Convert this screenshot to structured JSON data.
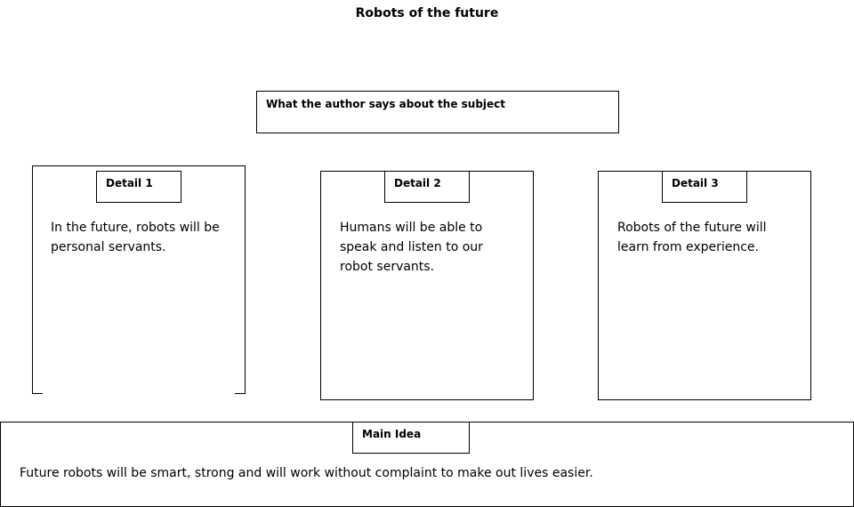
{
  "title": "Robots of the future",
  "subject_box": {
    "label": "What the author says about the subject"
  },
  "details": [
    {
      "label": "Detail 1",
      "text": "In the future, robots will be personal servants."
    },
    {
      "label": "Detail 2",
      "text": "Humans will be able to speak and listen to our robot servants."
    },
    {
      "label": "Detail 3",
      "text": "Robots of the future will learn from experience."
    }
  ],
  "main_idea": {
    "label": "Main Idea",
    "text": "Future robots will be smart, strong and will work without complaint to make out lives easier."
  }
}
